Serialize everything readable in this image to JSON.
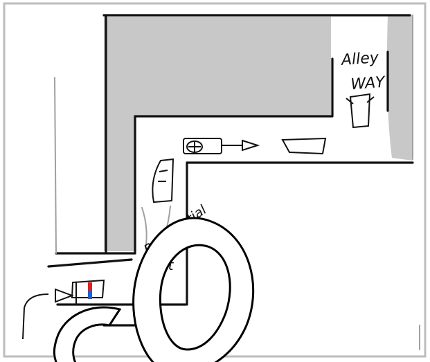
{
  "labels": {
    "alley_line1": "Alley",
    "alley_line2": "WAY",
    "residential_line1": "Residential",
    "residential_line2": "St"
  },
  "colors": {
    "road_fill": "#c8c8c8",
    "ink": "#111111",
    "frame": "#bdbdbd",
    "car_red": "#e02020",
    "car_blue": "#1f5fd0",
    "watermark_fill": "#ffffff"
  },
  "watermark": {
    "text": "CO",
    "kind": "logo"
  }
}
